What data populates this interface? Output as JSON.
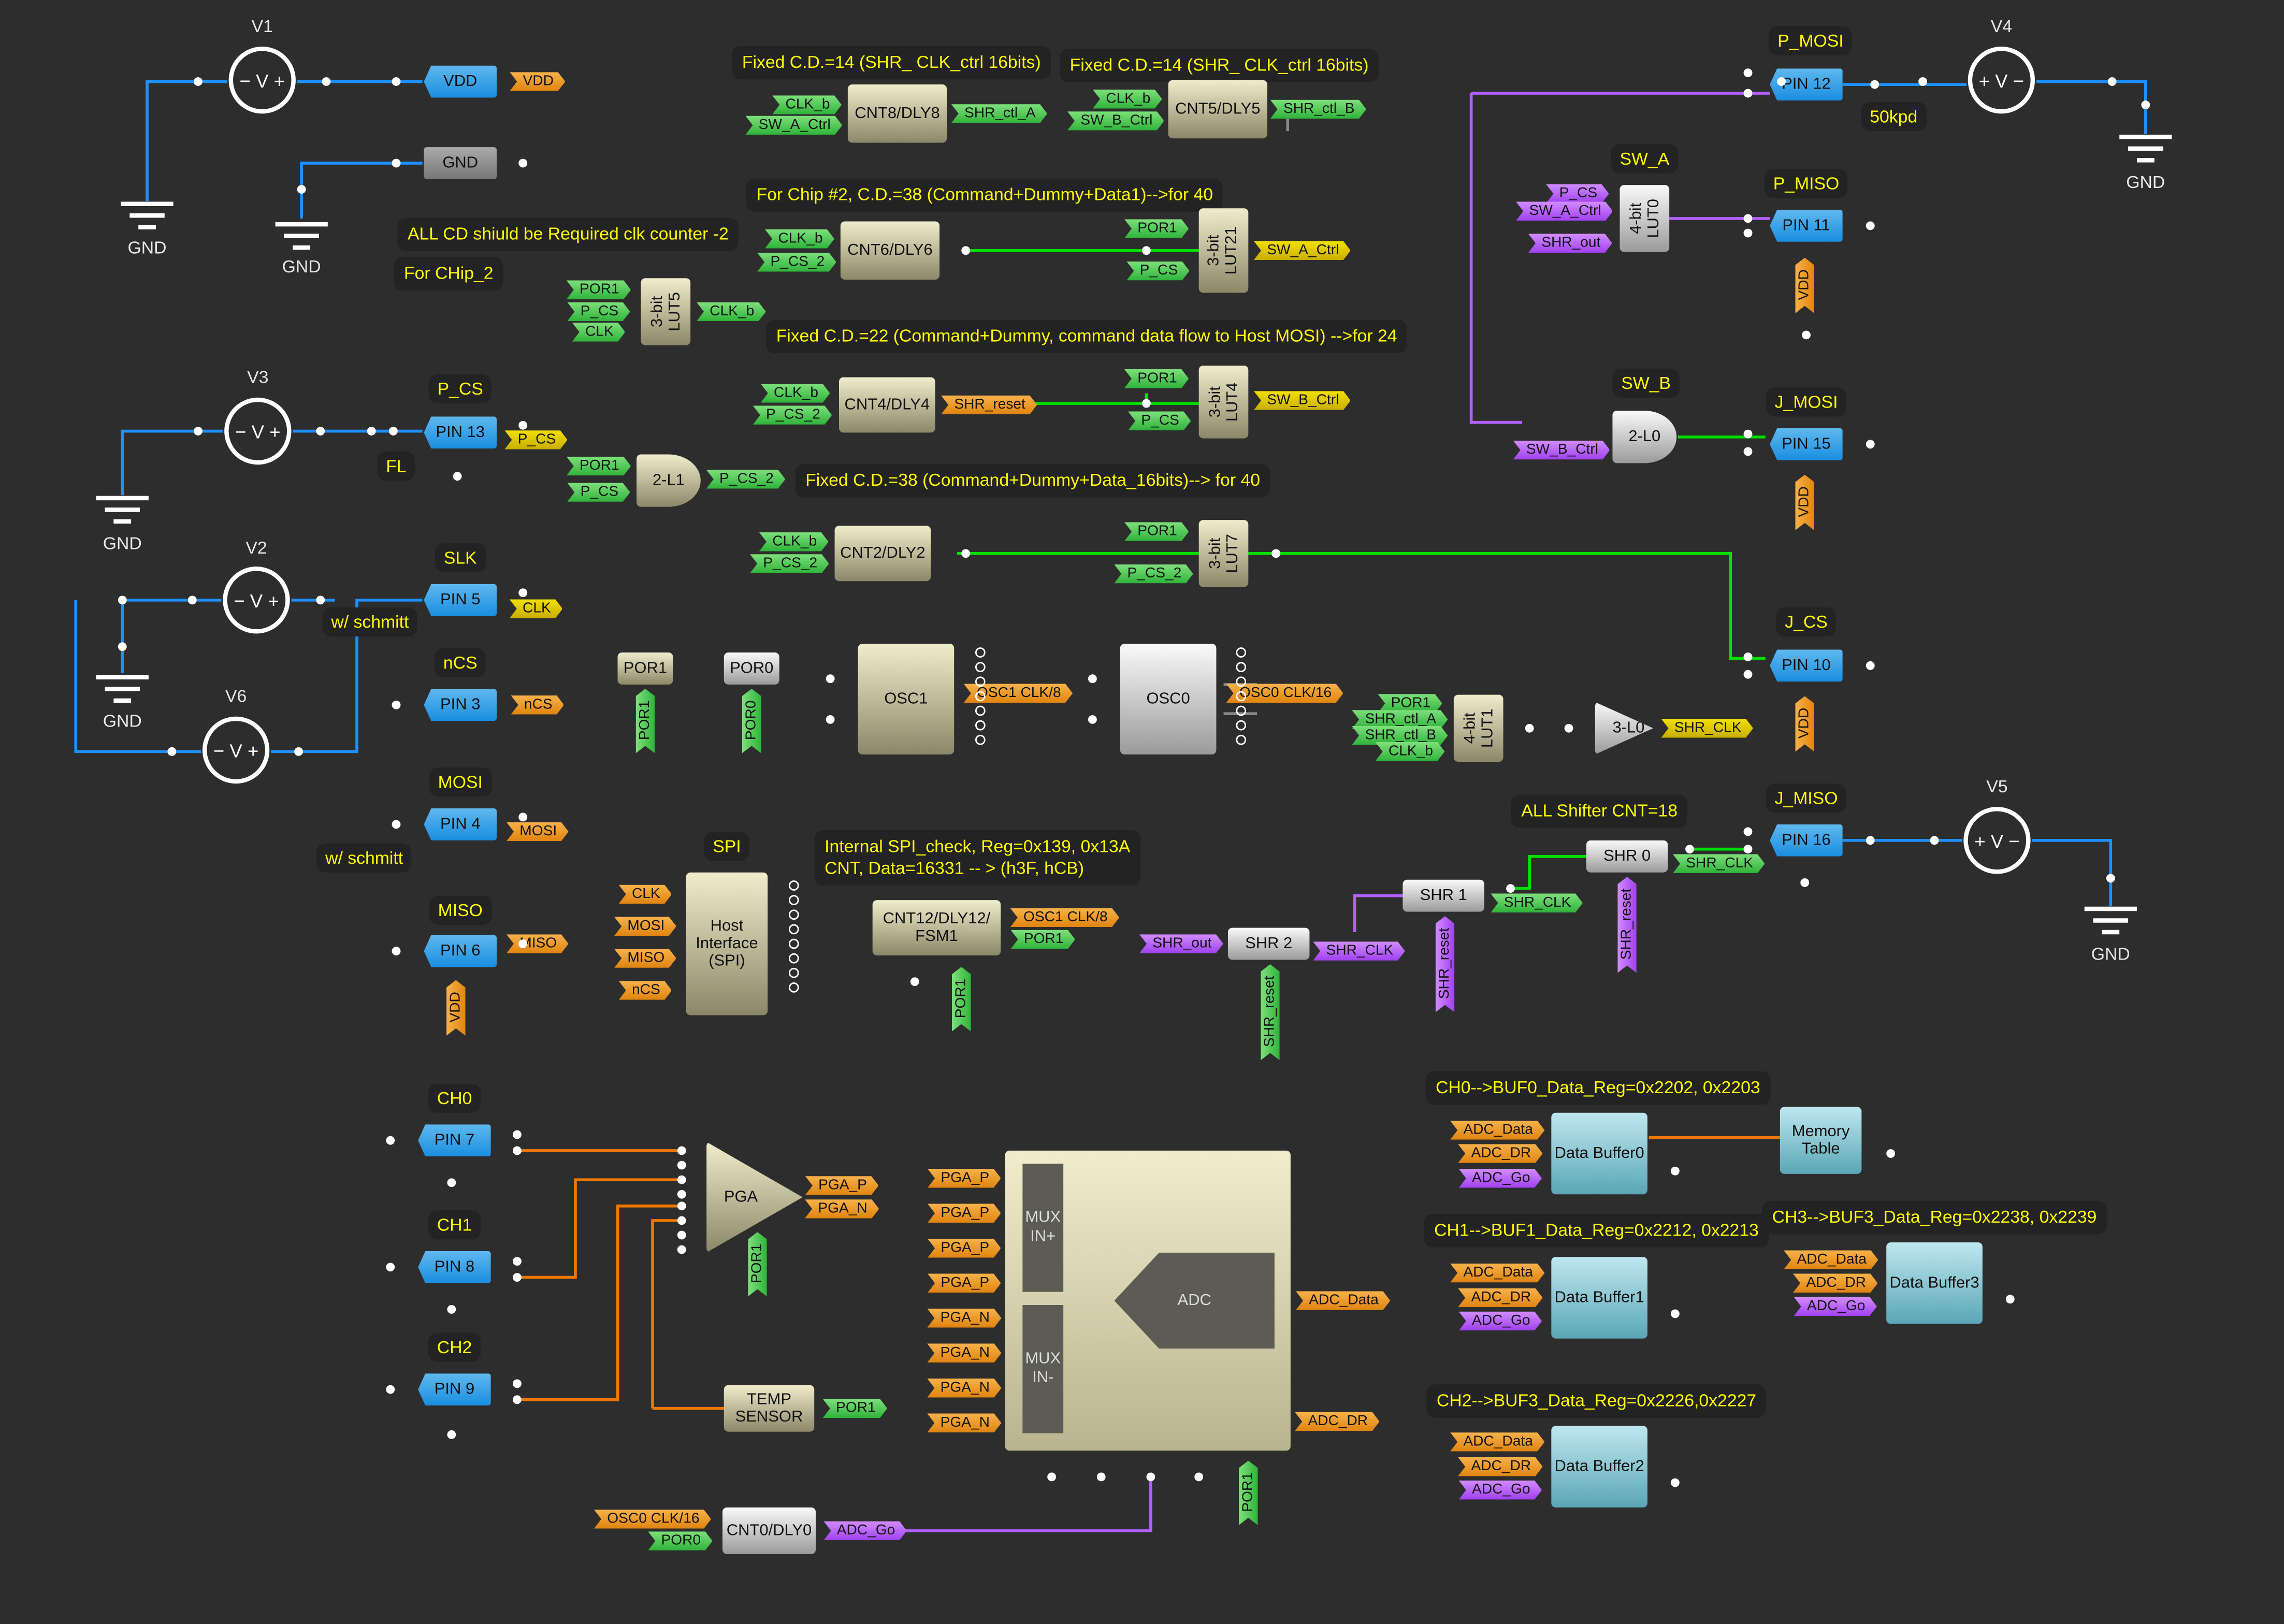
{
  "colors": {
    "green": "#3ec64a",
    "orange": "#f29a1e",
    "yellow": "#e6cf00",
    "purple": "#b35cf2",
    "wire_blue": "#1e90ff",
    "wire_green": "#00e000",
    "wire_purple": "#b060ff",
    "wire_orange": "#f07800",
    "background": "#2d2d2d",
    "note_text": "#ffff00"
  },
  "notes": [
    "Fixed C.D.=14 (SHR_ CLK_ctrl 16bits)",
    "Fixed C.D.=14 (SHR_ CLK_ctrl 16bits)",
    "ALL CD shiuld be Required clk counter -2",
    "For CHip_2",
    "For Chip #2, C.D.=38 (Command+Dummy+Data1)-->for 40",
    "Fixed C.D.=22 (Command+Dummy, command data flow to Host MOSI) -->for 24",
    "Fixed C.D.=38 (Command+Dummy+Data_16bits)--> for 40",
    "Internal SPI_check, Reg=0x139, 0x13A\nCNT, Data=16331 -- >  (h3F, hCB)",
    "ALL Shifter CNT=18",
    "CH0-->BUF0_Data_Reg=0x2202, 0x2203",
    "CH1-->BUF1_Data_Reg=0x2212, 0x2213",
    "CH3-->BUF3_Data_Reg=0x2238, 0x2239",
    "CH2-->BUF3_Data_Reg=0x2226,0x2227"
  ],
  "titles": [
    "P_CS",
    "SLK",
    "nCS",
    "MOSI",
    "MISO",
    "P_MOSI",
    "P_MISO",
    "SW_A",
    "SW_B",
    "J_MOSI",
    "J_CS",
    "J_MISO",
    "SPI",
    "CH0",
    "CH1",
    "CH2",
    "FL",
    "w/ schmitt",
    "w/ schmitt",
    "50kpd"
  ],
  "sources": [
    {
      "label": "V1",
      "sign": "− V +"
    },
    {
      "label": "V3",
      "sign": "− V +"
    },
    {
      "label": "V2",
      "sign": "− V +"
    },
    {
      "label": "V6",
      "sign": "− V +"
    },
    {
      "label": "V4",
      "sign": "+ V −"
    },
    {
      "label": "V5",
      "sign": "+ V −"
    }
  ],
  "grounds": [
    "GND",
    "GND",
    "GND",
    "GND",
    "GND",
    "GND"
  ],
  "pins": [
    "VDD",
    "GND",
    "PIN 13",
    "PIN 5",
    "PIN 3",
    "PIN 4",
    "PIN 6",
    "PIN 12",
    "PIN 11",
    "PIN 15",
    "PIN 10",
    "PIN 16",
    "PIN 7",
    "PIN 8",
    "PIN 9"
  ],
  "blocks": [
    "CNT8/DLY8",
    "CNT5/DLY5",
    "CNT6/DLY6",
    "CNT4/DLY4",
    "CNT2/DLY2",
    "3-bit\nLUT21",
    "3-bit\nLUT5",
    "3-bit\nLUT4",
    "3-bit\nLUT7",
    "4-bit\nLUT0",
    "4-bit\nLUT1",
    "2-L1",
    "2-L0",
    "3-L0",
    "OSC1",
    "OSC0",
    "POR1",
    "POR0",
    "Host\nInterface\n(SPI)",
    "CNT12/DLY12/\nFSM1",
    "SHR 2",
    "SHR 1",
    "SHR 0",
    "PGA",
    "TEMP\nSENSOR",
    "CNT0/DLY0",
    "Data Buffer0",
    "Data Buffer1",
    "Data Buffer2",
    "Data Buffer3",
    "Memory\nTable"
  ],
  "adc": {
    "mux_plus": "MUX\nIN+",
    "mux_minus": "MUX\nIN-",
    "core": "ADC"
  },
  "tags": [
    {
      "text": "VDD",
      "color": "orange"
    },
    {
      "text": "CLK_b",
      "color": "green"
    },
    {
      "text": "SW_A_Ctrl",
      "color": "green"
    },
    {
      "text": "SHR_ctl_A",
      "color": "green"
    },
    {
      "text": "CLK_b",
      "color": "green"
    },
    {
      "text": "SW_B_Ctrl",
      "color": "green"
    },
    {
      "text": "SHR_ctl_B",
      "color": "green"
    },
    {
      "text": "CLK_b",
      "color": "green"
    },
    {
      "text": "P_CS_2",
      "color": "green"
    },
    {
      "text": "POR1",
      "color": "green"
    },
    {
      "text": "P_CS",
      "color": "green"
    },
    {
      "text": "SW_A_Ctrl",
      "color": "yellow"
    },
    {
      "text": "POR1",
      "color": "green"
    },
    {
      "text": "P_CS",
      "color": "green"
    },
    {
      "text": "CLK",
      "color": "green"
    },
    {
      "text": "CLK_b",
      "color": "green"
    },
    {
      "text": "CLK_b",
      "color": "green"
    },
    {
      "text": "P_CS_2",
      "color": "green"
    },
    {
      "text": "SHR_reset",
      "color": "orange"
    },
    {
      "text": "POR1",
      "color": "green"
    },
    {
      "text": "P_CS",
      "color": "green"
    },
    {
      "text": "SW_B_Ctrl",
      "color": "yellow"
    },
    {
      "text": "P_CS",
      "color": "yellow"
    },
    {
      "text": "POR1",
      "color": "green"
    },
    {
      "text": "P_CS",
      "color": "green"
    },
    {
      "text": "P_CS_2",
      "color": "green"
    },
    {
      "text": "CLK_b",
      "color": "green"
    },
    {
      "text": "P_CS_2",
      "color": "green"
    },
    {
      "text": "POR1",
      "color": "green"
    },
    {
      "text": "P_CS_2",
      "color": "green"
    },
    {
      "text": "CLK",
      "color": "yellow"
    },
    {
      "text": "nCS",
      "color": "orange"
    },
    {
      "text": "MOSI",
      "color": "orange"
    },
    {
      "text": "MISO",
      "color": "orange"
    },
    {
      "text": "VDD",
      "color": "orange"
    },
    {
      "text": "POR1",
      "color": "green"
    },
    {
      "text": "POR0",
      "color": "green"
    },
    {
      "text": "OSC1 CLK/8",
      "color": "orange"
    },
    {
      "text": "OSC0 CLK/16",
      "color": "orange"
    },
    {
      "text": "POR1",
      "color": "green"
    },
    {
      "text": "SHR_ctl_A",
      "color": "green"
    },
    {
      "text": "SHR_ctl_B",
      "color": "green"
    },
    {
      "text": "CLK_b",
      "color": "green"
    },
    {
      "text": "SHR_CLK",
      "color": "yellow"
    },
    {
      "text": "P_CS",
      "color": "purple"
    },
    {
      "text": "SW_A_Ctrl",
      "color": "purple"
    },
    {
      "text": "SHR_out",
      "color": "purple"
    },
    {
      "text": "SW_B_Ctrl",
      "color": "purple"
    },
    {
      "text": "VDD",
      "color": "orange"
    },
    {
      "text": "VDD",
      "color": "orange"
    },
    {
      "text": "VDD",
      "color": "orange"
    },
    {
      "text": "CLK",
      "color": "orange"
    },
    {
      "text": "MOSI",
      "color": "orange"
    },
    {
      "text": "MISO",
      "color": "orange"
    },
    {
      "text": "nCS",
      "color": "orange"
    },
    {
      "text": "OSC1 CLK/8",
      "color": "orange"
    },
    {
      "text": "POR1",
      "color": "green"
    },
    {
      "text": "POR1",
      "color": "green"
    },
    {
      "text": "SHR_out",
      "color": "purple"
    },
    {
      "text": "SHR_CLK",
      "color": "purple"
    },
    {
      "text": "SHR_reset",
      "color": "green"
    },
    {
      "text": "SHR_reset",
      "color": "purple"
    },
    {
      "text": "SHR_CLK",
      "color": "green"
    },
    {
      "text": "SHR_reset",
      "color": "purple"
    },
    {
      "text": "SHR_CLK",
      "color": "green"
    },
    {
      "text": "PGA_P",
      "color": "orange"
    },
    {
      "text": "PGA_N",
      "color": "orange"
    },
    {
      "text": "POR1",
      "color": "green"
    },
    {
      "text": "POR1",
      "color": "green"
    },
    {
      "text": "PGA_P",
      "color": "orange"
    },
    {
      "text": "PGA_P",
      "color": "orange"
    },
    {
      "text": "PGA_P",
      "color": "orange"
    },
    {
      "text": "PGA_P",
      "color": "orange"
    },
    {
      "text": "PGA_N",
      "color": "orange"
    },
    {
      "text": "PGA_N",
      "color": "orange"
    },
    {
      "text": "PGA_N",
      "color": "orange"
    },
    {
      "text": "PGA_N",
      "color": "orange"
    },
    {
      "text": "ADC_Data",
      "color": "orange"
    },
    {
      "text": "ADC_DR",
      "color": "orange"
    },
    {
      "text": "OSC0 CLK/16",
      "color": "orange"
    },
    {
      "text": "POR0",
      "color": "green"
    },
    {
      "text": "ADC_Go",
      "color": "purple"
    },
    {
      "text": "POR1",
      "color": "green"
    },
    {
      "text": "ADC_Data",
      "color": "orange"
    },
    {
      "text": "ADC_DR",
      "color": "orange"
    },
    {
      "text": "ADC_Go",
      "color": "purple"
    },
    {
      "text": "ADC_Data",
      "color": "orange"
    },
    {
      "text": "ADC_DR",
      "color": "orange"
    },
    {
      "text": "ADC_Go",
      "color": "purple"
    },
    {
      "text": "ADC_Data",
      "color": "orange"
    },
    {
      "text": "ADC_DR",
      "color": "orange"
    },
    {
      "text": "ADC_Go",
      "color": "purple"
    },
    {
      "text": "ADC_Data",
      "color": "orange"
    },
    {
      "text": "ADC_DR",
      "color": "orange"
    },
    {
      "text": "ADC_Go",
      "color": "purple"
    }
  ]
}
